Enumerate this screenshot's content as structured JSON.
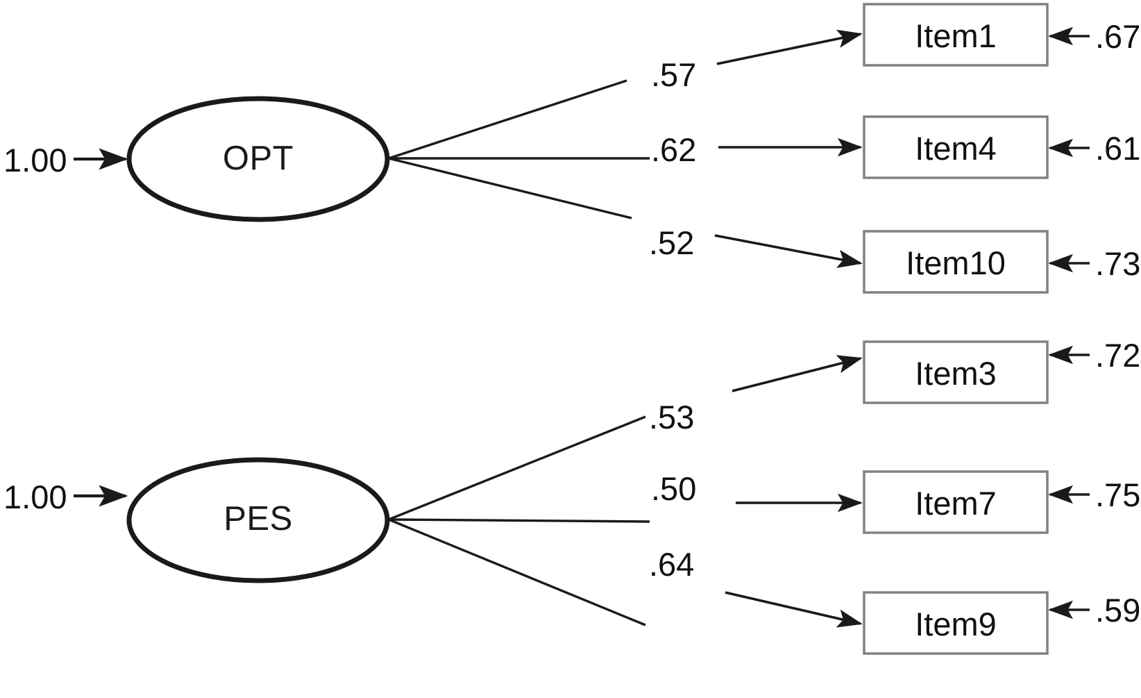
{
  "figure": {
    "type": "sem-path-diagram",
    "background_color": "#ffffff",
    "stroke_color": "#1a1a1a",
    "box_border_color": "#7d8287"
  },
  "factors": [
    {
      "id": "opt",
      "name": "OPT",
      "variance_label": "1.00",
      "indicators": [
        {
          "item_label": "Item1",
          "loading": ".57",
          "residual": ".67"
        },
        {
          "item_label": "Item4",
          "loading": ".62",
          "residual": ".61"
        },
        {
          "item_label": "Item10",
          "loading": ".52",
          "residual": ".73"
        }
      ]
    },
    {
      "id": "pes",
      "name": "PES",
      "variance_label": "1.00",
      "indicators": [
        {
          "item_label": "Item3",
          "loading": ".53",
          "residual": ".72"
        },
        {
          "item_label": "Item7",
          "loading": ".50",
          "residual": ".75"
        },
        {
          "item_label": "Item9",
          "loading": ".64",
          "residual": ".59"
        }
      ]
    }
  ]
}
